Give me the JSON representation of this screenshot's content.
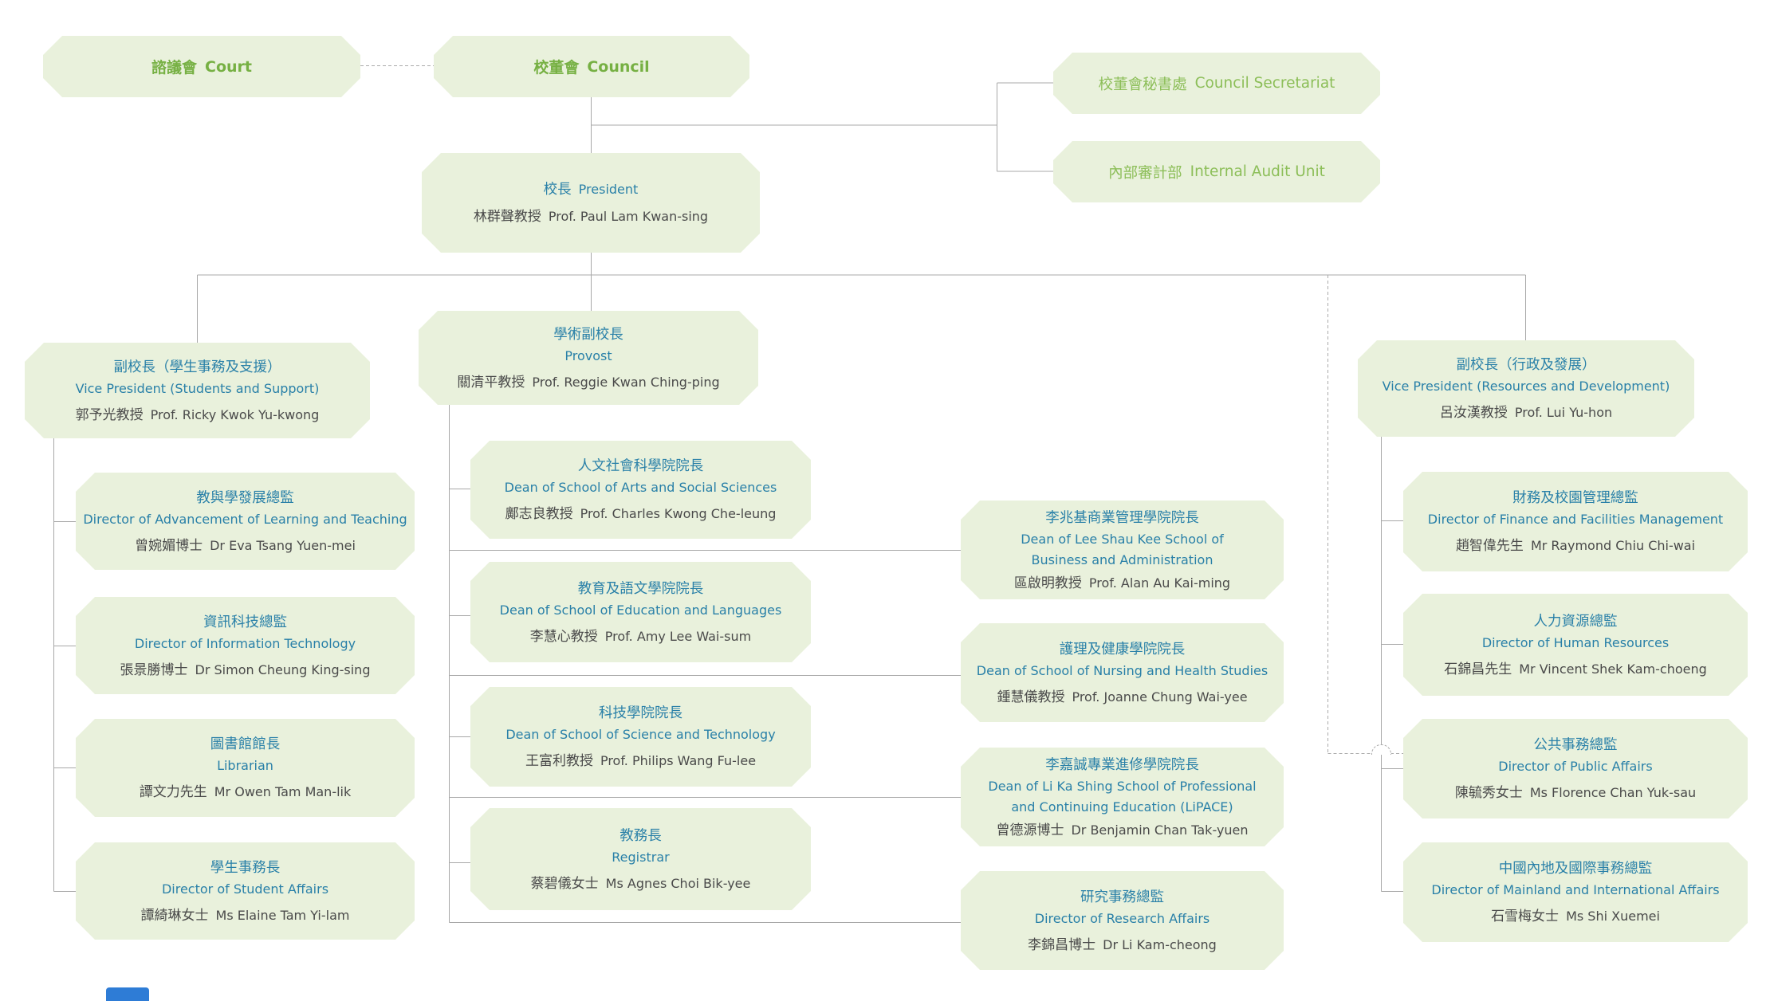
{
  "colors": {
    "box_fill": "#E9F1DC",
    "green_bold_text": "#76B043",
    "green_light_text": "#8CBE58",
    "blue_title_text": "#2980A8",
    "name_text": "#4A4A4A",
    "connector_line": "#A8A8A8",
    "bottom_bar_blue": "#2E7CD6"
  },
  "boxes": {
    "court": {
      "cjk": "諮議會",
      "en": "Court"
    },
    "council": {
      "cjk": "校董會",
      "en": "Council"
    },
    "council_secretariat": {
      "cjk": "校董會秘書處",
      "en": "Council Secretariat"
    },
    "internal_audit": {
      "cjk": "內部審計部",
      "en": "Internal Audit Unit"
    },
    "president": {
      "title_cjk": "校長",
      "title_en": "President",
      "name_cjk": "林群聲教授",
      "name_en": "Prof. Paul Lam Kwan-sing"
    },
    "provost": {
      "title_cjk": "學術副校長",
      "title_en": "Provost",
      "name_cjk": "關清平教授",
      "name_en": "Prof. Reggie Kwan Ching-ping"
    },
    "vp_students": {
      "title_cjk": "副校長（學生事務及支援）",
      "title_en": "Vice President (Students and Support)",
      "name_cjk": "郭予光教授",
      "name_en": "Prof. Ricky Kwok Yu-kwong"
    },
    "vp_resources": {
      "title_cjk": "副校長（行政及發展）",
      "title_en": "Vice President (Resources and Development)",
      "name_cjk": "呂汝漢教授",
      "name_en": "Prof. Lui Yu-hon"
    },
    "dir_alt": {
      "title_cjk": "教與學發展總監",
      "title_en": "Director of Advancement of Learning and Teaching",
      "name_cjk": "曾婉媚博士",
      "name_en": "Dr Eva Tsang Yuen-mei"
    },
    "dir_it": {
      "title_cjk": "資訊科技總監",
      "title_en": "Director of Information Technology",
      "name_cjk": "張景勝博士",
      "name_en": "Dr Simon Cheung King-sing"
    },
    "librarian": {
      "title_cjk": "圖書館館長",
      "title_en": "Librarian",
      "name_cjk": "譚文力先生",
      "name_en": "Mr Owen Tam Man-lik"
    },
    "dir_student_affairs": {
      "title_cjk": "學生事務長",
      "title_en": "Director of Student Affairs",
      "name_cjk": "譚綺琳女士",
      "name_en": "Ms Elaine Tam Yi-lam"
    },
    "dean_arts": {
      "title_cjk": "人文社會科學院院長",
      "title_en": "Dean of School of Arts and Social Sciences",
      "name_cjk": "鄺志良教授",
      "name_en": "Prof. Charles Kwong Che-leung"
    },
    "dean_education": {
      "title_cjk": "教育及語文學院院長",
      "title_en": "Dean of School of Education and Languages",
      "name_cjk": "李慧心教授",
      "name_en": "Prof. Amy Lee Wai-sum"
    },
    "dean_science": {
      "title_cjk": "科技學院院長",
      "title_en": "Dean of School of Science and Technology",
      "name_cjk": "王富利教授",
      "name_en": "Prof. Philips Wang Fu-lee"
    },
    "registrar": {
      "title_cjk": "教務長",
      "title_en": "Registrar",
      "name_cjk": "蔡碧儀女士",
      "name_en": "Ms Agnes Choi Bik-yee"
    },
    "dean_business": {
      "title_cjk": "李兆基商業管理學院院長",
      "title_en": "Dean of Lee Shau Kee School of",
      "title_en2": "Business and Administration",
      "name_cjk": "區啟明教授",
      "name_en": "Prof. Alan Au Kai-ming"
    },
    "dean_nursing": {
      "title_cjk": "護理及健康學院院長",
      "title_en": "Dean of School of Nursing and Health Studies",
      "name_cjk": "鍾慧儀教授",
      "name_en": "Prof. Joanne Chung Wai-yee"
    },
    "dean_lipace": {
      "title_cjk": "李嘉誠專業進修學院院長",
      "title_en": "Dean of Li Ka Shing School of Professional",
      "title_en2": "and Continuing Education (LiPACE)",
      "name_cjk": "曾德源博士",
      "name_en": "Dr Benjamin Chan Tak-yuen"
    },
    "dir_research": {
      "title_cjk": "研究事務總監",
      "title_en": "Director of Research Affairs",
      "name_cjk": "李錦昌博士",
      "name_en": "Dr Li Kam-cheong"
    },
    "dir_finance": {
      "title_cjk": "財務及校園管理總監",
      "title_en": "Director of Finance and Facilities Management",
      "name_cjk": "趙智偉先生",
      "name_en": "Mr Raymond Chiu Chi-wai"
    },
    "dir_hr": {
      "title_cjk": "人力資源總監",
      "title_en": "Director of Human Resources",
      "name_cjk": "石錦昌先生",
      "name_en": "Mr Vincent Shek Kam-choeng"
    },
    "dir_public": {
      "title_cjk": "公共事務總監",
      "title_en": "Director of Public Affairs",
      "name_cjk": "陳毓秀女士",
      "name_en": "Ms Florence Chan Yuk-sau"
    },
    "dir_mainland": {
      "title_cjk": "中國內地及國際事務總監",
      "title_en": "Director of Mainland and International Affairs",
      "name_cjk": "石雪梅女士",
      "name_en": "Ms Shi Xuemei"
    }
  }
}
